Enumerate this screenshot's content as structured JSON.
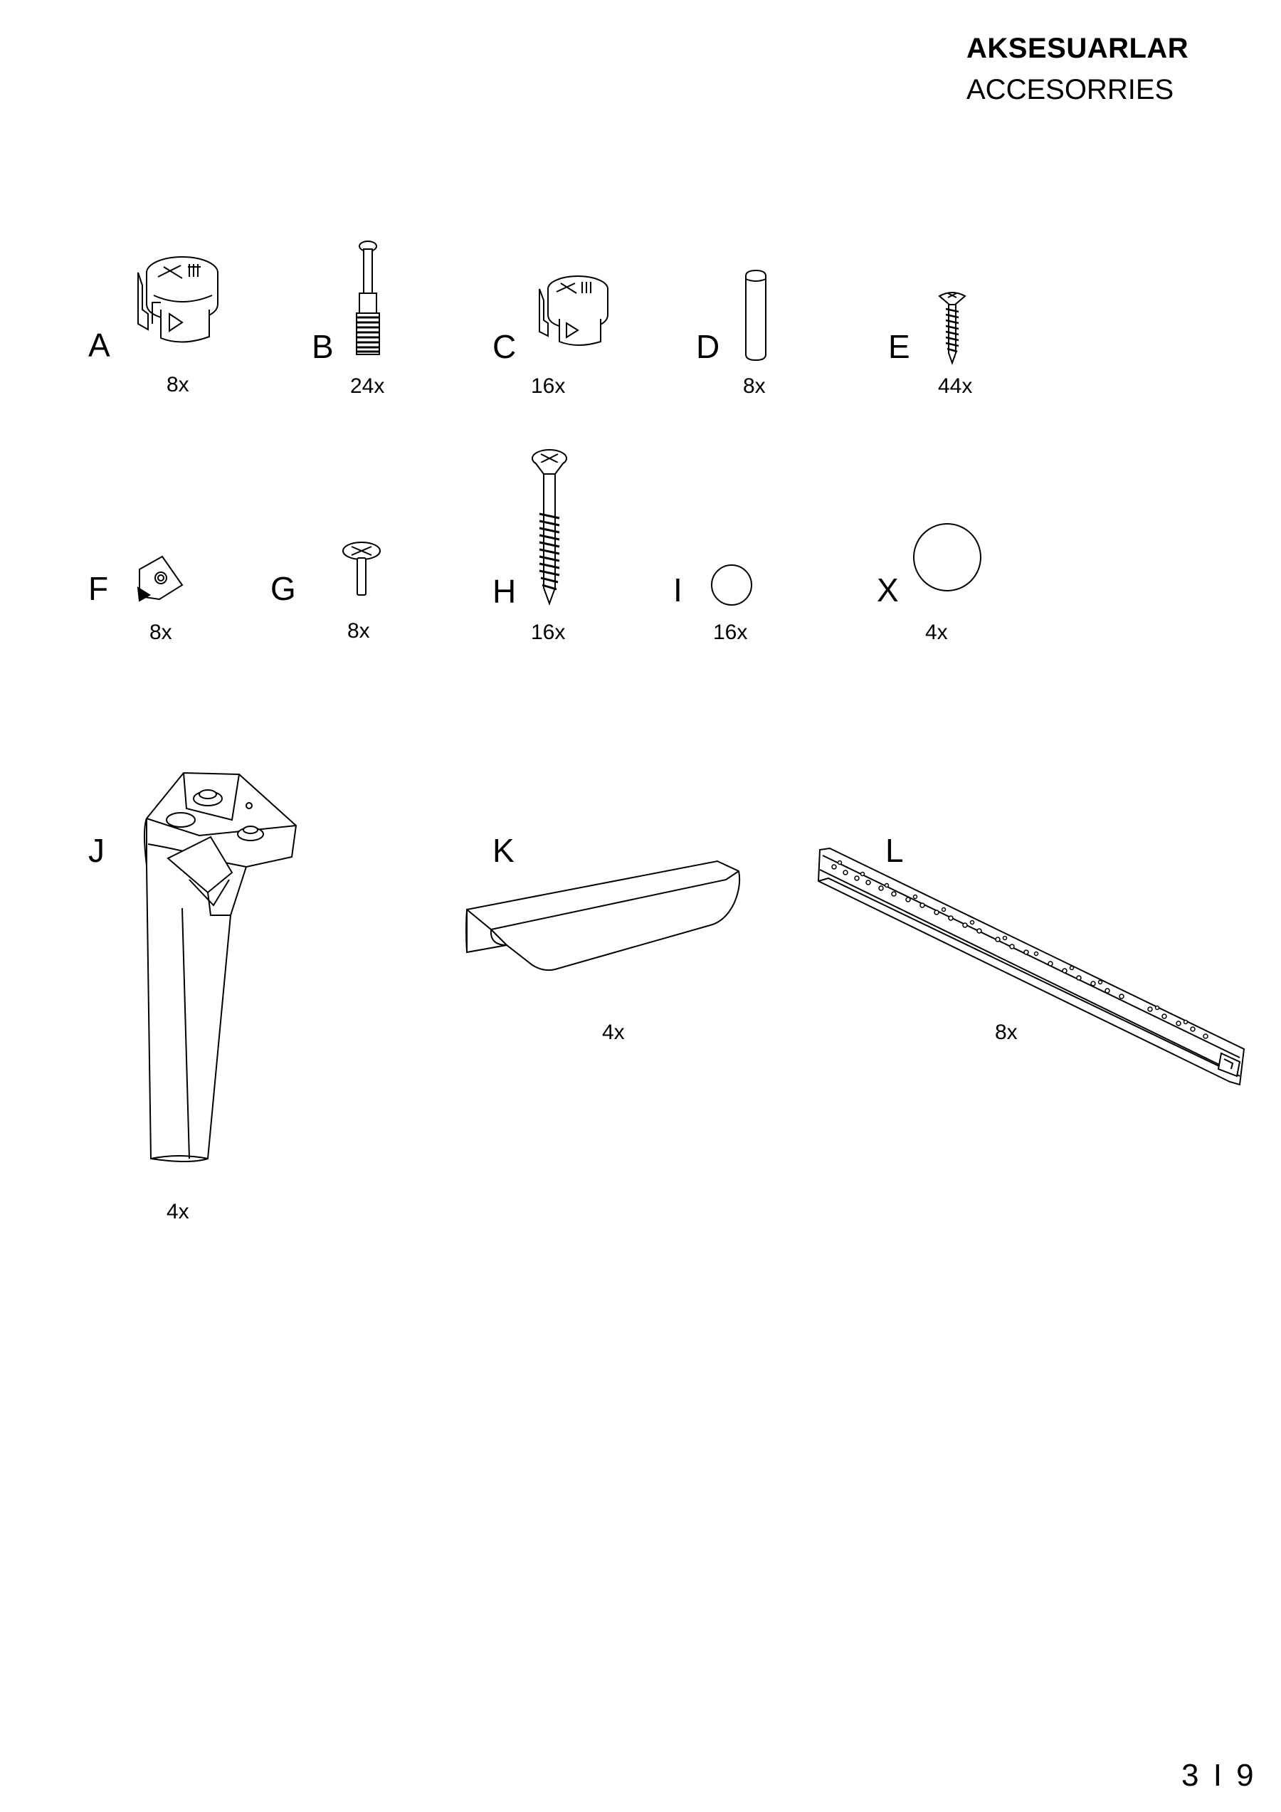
{
  "header": {
    "title": "AKSESUARLAR",
    "subtitle": "ACCESORRIES"
  },
  "parts": {
    "A": {
      "letter": "A",
      "qty": "8x",
      "icon": "cam-lock-icon"
    },
    "B": {
      "letter": "B",
      "qty": "24x",
      "icon": "cam-bolt-icon"
    },
    "C": {
      "letter": "C",
      "qty": "16x",
      "icon": "cam-lock-icon"
    },
    "D": {
      "letter": "D",
      "qty": "8x",
      "icon": "wooden-dowel-icon"
    },
    "E": {
      "letter": "E",
      "qty": "44x",
      "icon": "short-screw-icon"
    },
    "F": {
      "letter": "F",
      "qty": "8x",
      "icon": "corner-bracket-icon"
    },
    "G": {
      "letter": "G",
      "qty": "8x",
      "icon": "connector-bolt-icon"
    },
    "H": {
      "letter": "H",
      "qty": "16x",
      "icon": "long-screw-icon"
    },
    "I": {
      "letter": "I",
      "qty": "16x",
      "icon": "small-cap-icon"
    },
    "X": {
      "letter": "X",
      "qty": "4x",
      "icon": "round-pad-icon"
    },
    "J": {
      "letter": "J",
      "qty": "4x",
      "icon": "furniture-leg-icon"
    },
    "K": {
      "letter": "K",
      "qty": "4x",
      "icon": "handle-icon"
    },
    "L": {
      "letter": "L",
      "qty": "8x",
      "icon": "drawer-slide-rail-icon"
    }
  },
  "footer": {
    "page": "3 I 9"
  }
}
